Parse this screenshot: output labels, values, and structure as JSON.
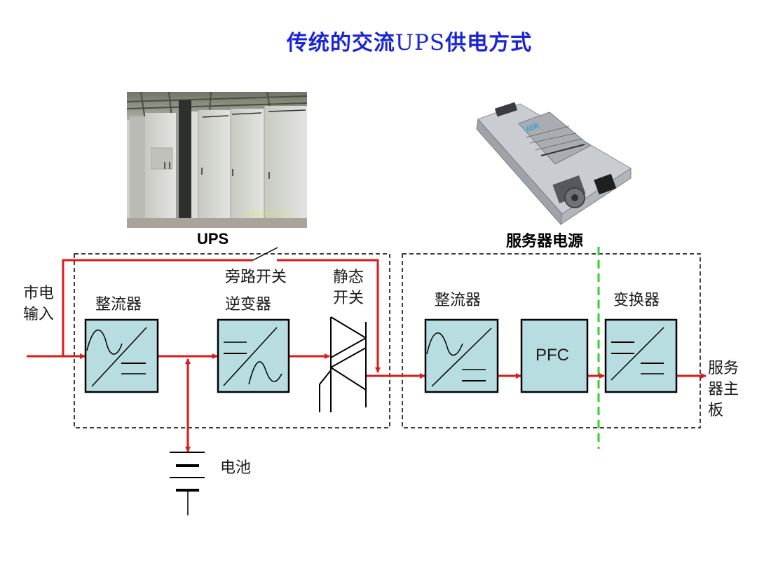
{
  "title": {
    "prefix": "传统的交流",
    "latin": "UPS",
    "suffix": "供电方式"
  },
  "photos": {
    "ups": {
      "caption": "UPS",
      "timestamp": "2007/06/27 12:1"
    },
    "psu": {
      "caption": "服务器电源",
      "brand": "iok"
    }
  },
  "labels": {
    "mains_input_line1": "市电",
    "mains_input_line2": "输入",
    "ups_rectifier": "整流器",
    "bypass_switch": "旁路开关",
    "inverter": "逆变器",
    "static_switch_line1": "静态",
    "static_switch_line2": "开关",
    "battery": "电池",
    "psu_rectifier": "整流器",
    "pfc": "PFC",
    "converter": "变换器",
    "output_line1": "服务",
    "output_line2": "器主",
    "output_line3": "板"
  },
  "colors": {
    "title": "#1a24d9",
    "power_line": "#e01818",
    "block_fill": "#b7dde1",
    "boundary_green": "#2ed42e"
  }
}
